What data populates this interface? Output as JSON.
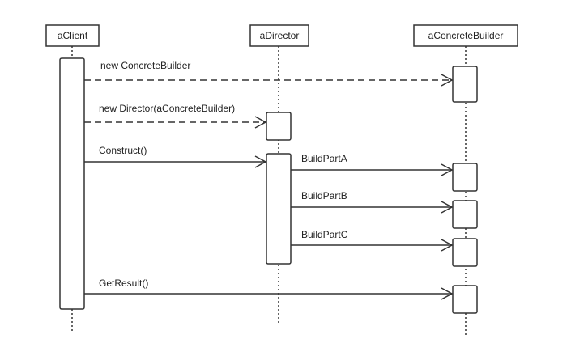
{
  "participants": [
    {
      "id": "client",
      "name": "aClient"
    },
    {
      "id": "director",
      "name": "aDirector"
    },
    {
      "id": "builder",
      "name": "aConcreteBuilder"
    }
  ],
  "messages": [
    {
      "id": "new-builder",
      "from": "client",
      "to": "builder",
      "label": "new ConcreteBuilder",
      "style": "create"
    },
    {
      "id": "new-director",
      "from": "client",
      "to": "director",
      "label": "new Director(aConcreteBuilder)",
      "style": "create"
    },
    {
      "id": "construct",
      "from": "client",
      "to": "director",
      "label": "Construct()",
      "style": "call"
    },
    {
      "id": "build-part-a",
      "from": "director",
      "to": "builder",
      "label": "BuildPartA",
      "style": "call"
    },
    {
      "id": "build-part-b",
      "from": "director",
      "to": "builder",
      "label": "BuildPartB",
      "style": "call"
    },
    {
      "id": "build-part-c",
      "from": "director",
      "to": "builder",
      "label": "BuildPartC",
      "style": "call"
    },
    {
      "id": "get-result",
      "from": "client",
      "to": "builder",
      "label": "GetResult()",
      "style": "call"
    }
  ],
  "colors": {
    "stroke": "#333333",
    "text": "#222222",
    "fill": "#ffffff"
  }
}
